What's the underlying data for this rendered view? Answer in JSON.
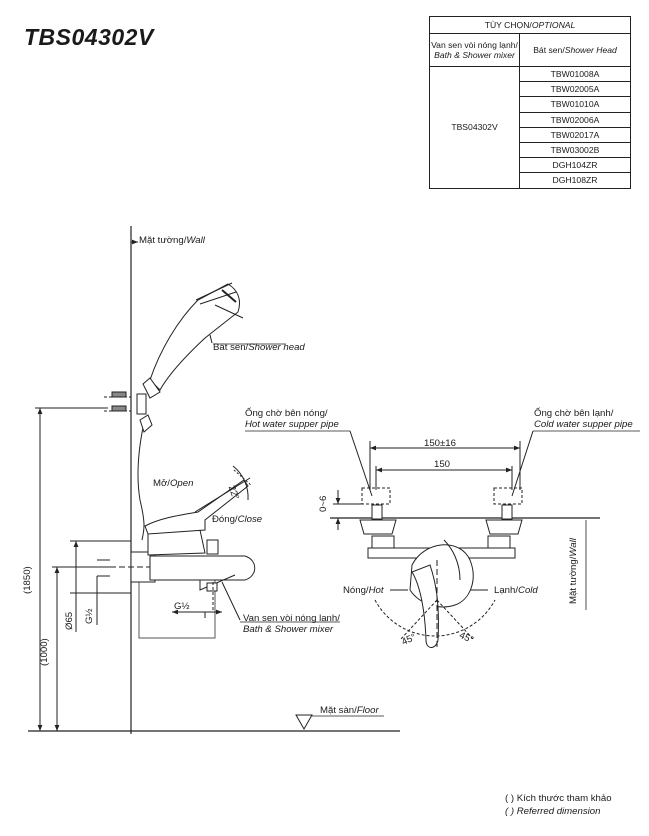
{
  "model": "TBS04302V",
  "options_table": {
    "header_vn": "TÙY CHỌN/",
    "header_en": "OPTIONAL",
    "col1_vn": "Van sen vòi nóng lạnh/",
    "col1_en": "Bath & Shower mixer",
    "col2_vn": "Bát sen/",
    "col2_en": "Shower Head",
    "mixer_model": "TBS04302V",
    "shower_heads": [
      "TBW01008A",
      "TBW02005A",
      "TBW01010A",
      "TBW02006A",
      "TBW02017A",
      "TBW03002B",
      "DGH104ZR",
      "DGH108ZR"
    ]
  },
  "side_view": {
    "wall_vn": "Mặt tường/",
    "wall_en": "Wall",
    "shower_head_vn": "Bát sen/",
    "shower_head_en": "Shower head",
    "open_vn": "Mở/",
    "open_en": "Open",
    "close_vn": "Đóng/",
    "close_en": "Close",
    "angle_lever": "22°",
    "mixer_vn": "Van sen vòi nóng lạnh/",
    "mixer_en": "Bath & Shower mixer",
    "floor_vn": "Mặt sàn/",
    "floor_en": "Floor",
    "dim_total": "(1850)",
    "dim_mixer_height": "(1000)",
    "dim_diameter": "Ø65",
    "thread_vertical": "G½",
    "thread_horizontal": "G½"
  },
  "front_view": {
    "hot_pipe_vn": "Ống chờ bên nóng/",
    "hot_pipe_en": "Hot water supper pipe",
    "cold_pipe_vn": "Ống chờ bên lạnh/",
    "cold_pipe_en": "Cold water supper pipe",
    "dim_outer": "150±16",
    "dim_inner": "150",
    "dim_offset": "0~6",
    "hot_vn": "Nóng/",
    "hot_en": "Hot",
    "cold_vn": "Lạnh/",
    "cold_en": "Cold",
    "angle_left": "45°",
    "angle_right": "45°",
    "wall_vn": "Mặt tường/",
    "wall_en": "Wall"
  },
  "legend": {
    "line1": "(      ) Kích thước tham khảo",
    "line2": "(      ) Referred dimension"
  }
}
